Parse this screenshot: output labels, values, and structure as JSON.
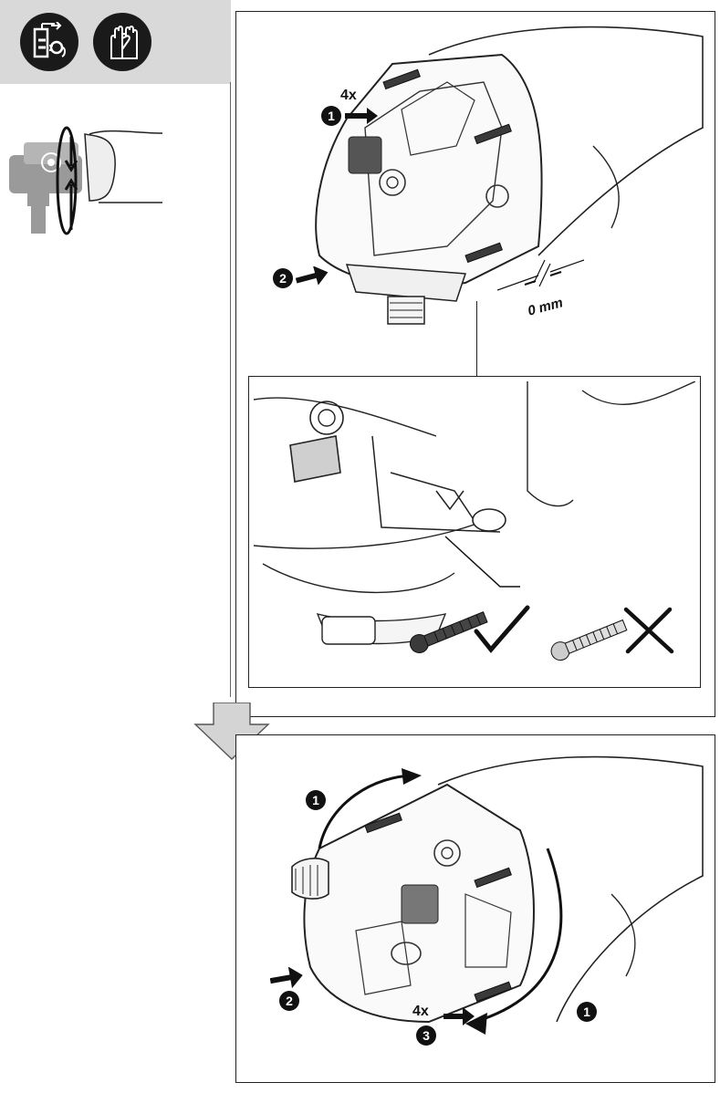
{
  "pictograms": [
    {
      "icon": "unplug-icon"
    },
    {
      "icon": "protective-gloves-icon"
    }
  ],
  "panel_top": {
    "quantity_label": "4x",
    "steps": [
      "1",
      "2"
    ],
    "gap_label": "0 mm",
    "detail": {
      "correct_icon": "check-mark-icon",
      "wrong_icon": "x-mark-icon"
    }
  },
  "panel_bottom": {
    "quantity_label": "4x",
    "steps": [
      "1",
      "2",
      "3",
      "1"
    ]
  },
  "colors": {
    "band": "#d9d9d9",
    "pictogram": "#1a1a1a",
    "arrow_down": "#d4d4d4",
    "ink": "#111111"
  }
}
